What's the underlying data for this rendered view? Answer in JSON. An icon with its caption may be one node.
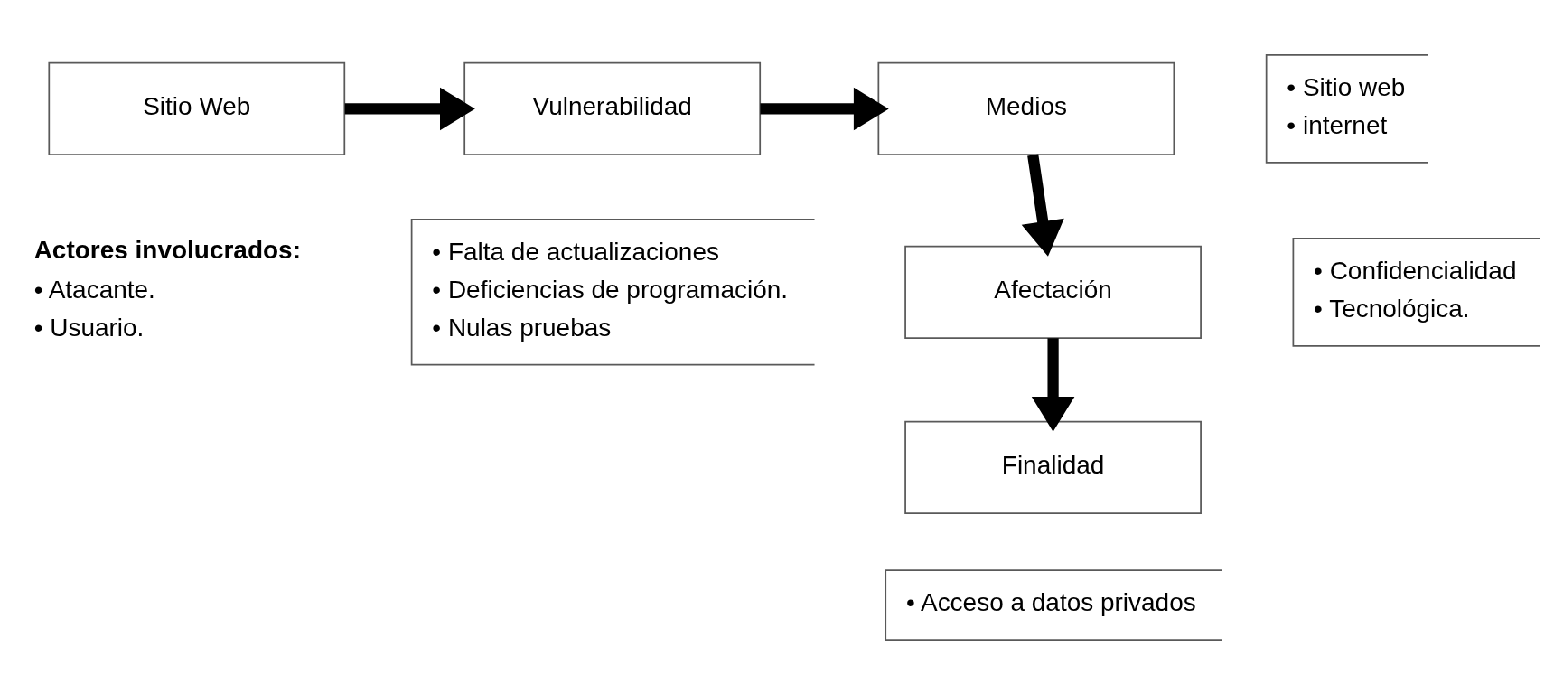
{
  "diagram": {
    "nodes": [
      {
        "text": [
          "Sitio Web"
        ]
      },
      {
        "text": [
          "Vulnerabilidad"
        ],
        "beside": [
          "• Falta de actualizaciones",
          "• Deficiencias de programación.",
          "• Nulas pruebas"
        ]
      },
      {
        "text": [
          "Medios"
        ],
        "beside": [
          "• Sitio web",
          "• internet"
        ]
      },
      {
        "text": [
          "Afectación"
        ],
        "beside": [
          "• Confidencialidad",
          "• Tecnológica."
        ]
      },
      {
        "text": [
          "Finalidad"
        ],
        "beside": [
          "• Acceso a datos privados"
        ]
      }
    ],
    "edges": [
      {
        "from": 0,
        "to": 1,
        "arrow": "to"
      },
      {
        "from": 1,
        "to": 2,
        "arrow": "to"
      },
      {
        "from": 2,
        "to": 3,
        "arrow": "to"
      },
      {
        "from": 3,
        "to": 4,
        "arrow": "to"
      }
    ],
    "labels": [
      "Actores involucrados:",
      "• Atacante.",
      "• Usuario."
    ]
  }
}
